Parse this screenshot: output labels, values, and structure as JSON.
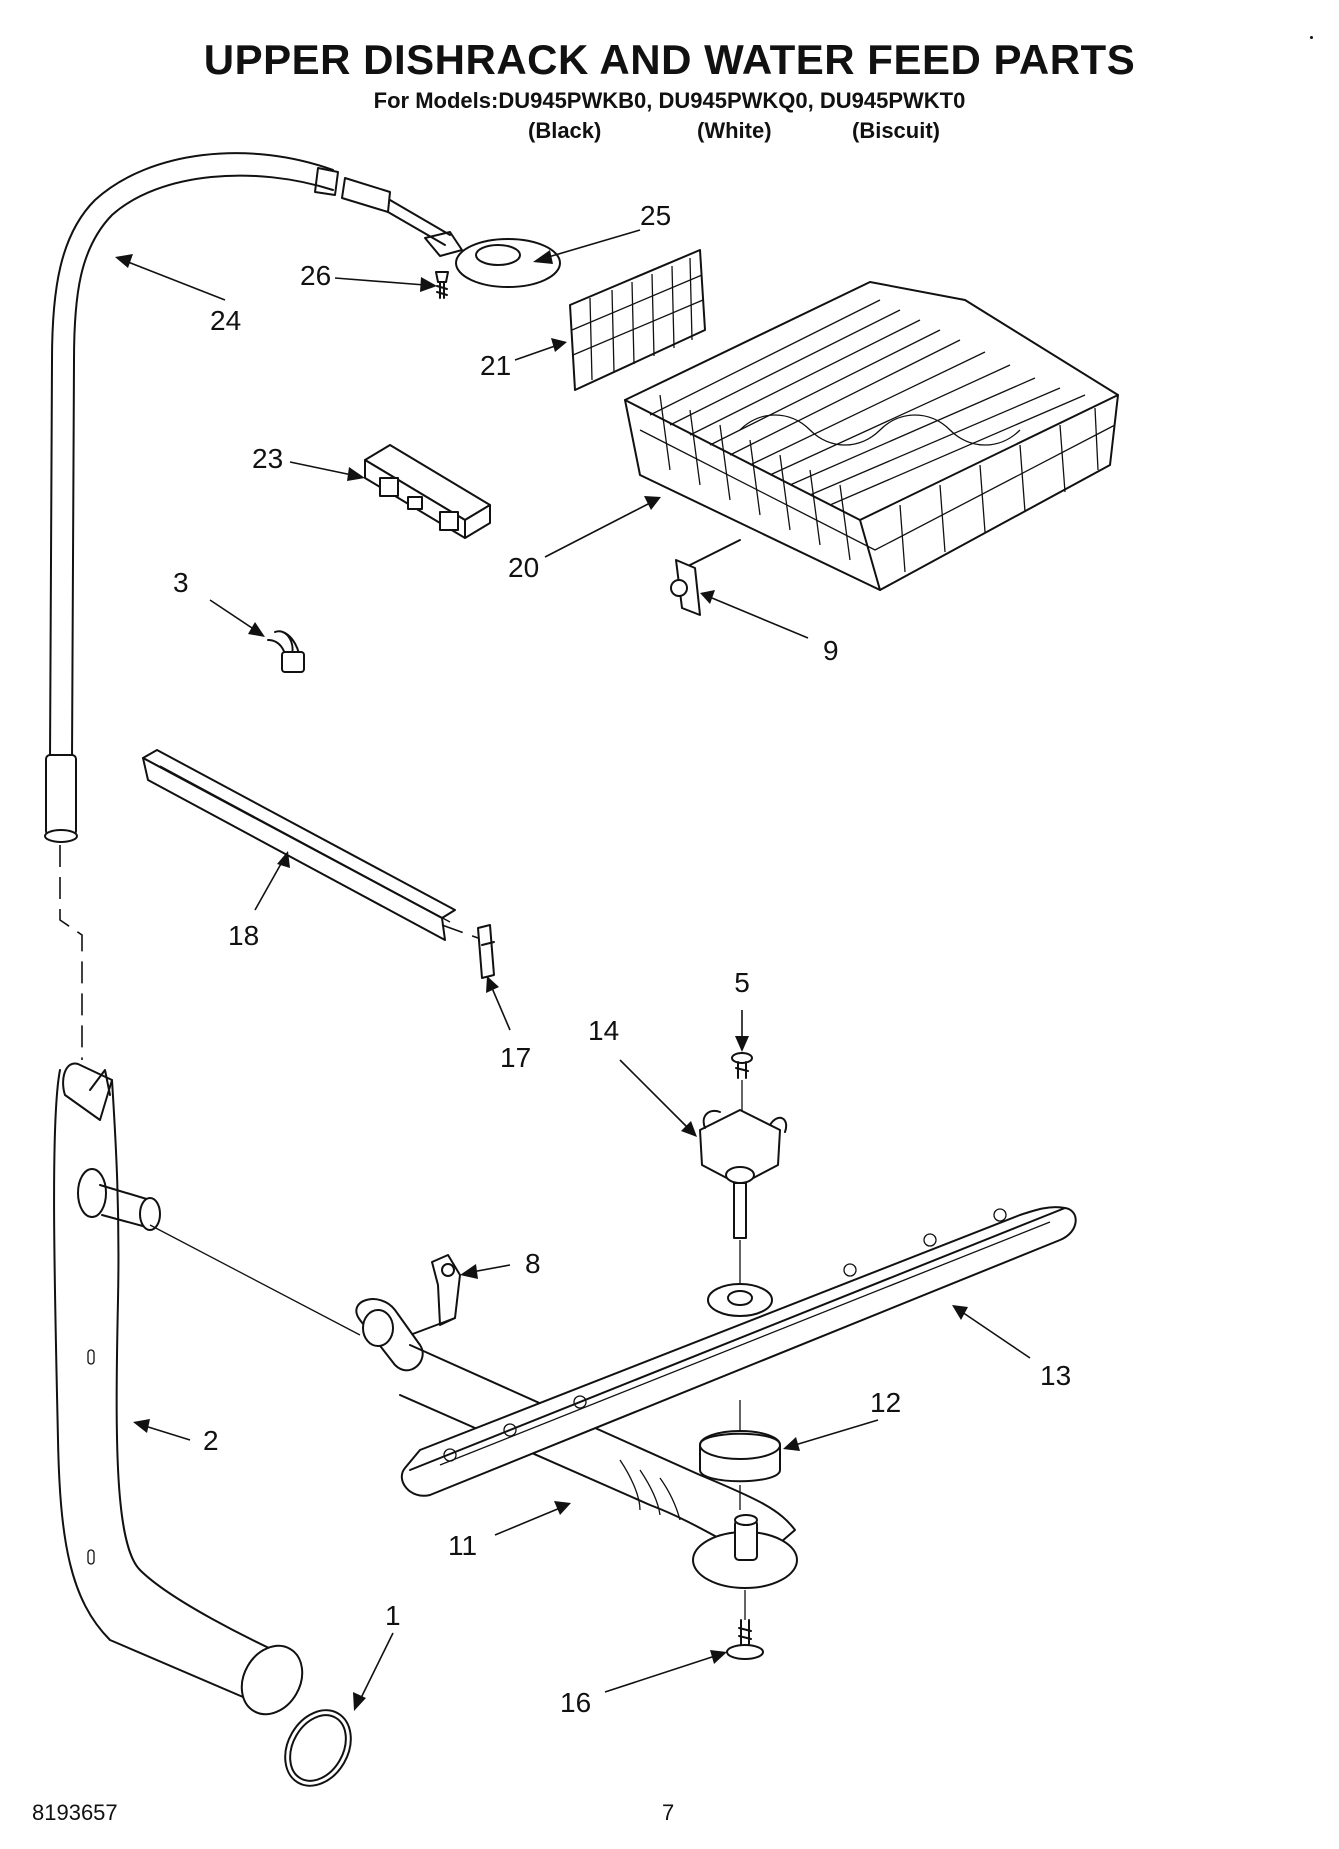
{
  "header": {
    "title": "UPPER DISHRACK AND WATER FEED PARTS",
    "subtitle": "For Models:DU945PWKB0, DU945PWKQ0, DU945PWKT0",
    "variants": [
      "(Black)",
      "(White)",
      "(Biscuit)"
    ]
  },
  "callouts": [
    {
      "id": "25",
      "label": "25"
    },
    {
      "id": "24",
      "label": "24"
    },
    {
      "id": "26",
      "label": "26"
    },
    {
      "id": "21",
      "label": "21"
    },
    {
      "id": "23",
      "label": "23"
    },
    {
      "id": "20",
      "label": "20"
    },
    {
      "id": "3",
      "label": "3"
    },
    {
      "id": "9",
      "label": "9"
    },
    {
      "id": "18",
      "label": "18"
    },
    {
      "id": "17",
      "label": "17"
    },
    {
      "id": "5",
      "label": "5"
    },
    {
      "id": "14",
      "label": "14"
    },
    {
      "id": "8",
      "label": "8"
    },
    {
      "id": "13",
      "label": "13"
    },
    {
      "id": "2",
      "label": "2"
    },
    {
      "id": "12",
      "label": "12"
    },
    {
      "id": "11",
      "label": "11"
    },
    {
      "id": "1",
      "label": "1"
    },
    {
      "id": "16",
      "label": "16"
    }
  ],
  "footer": {
    "doc_number": "8193657",
    "page_number": "7"
  }
}
